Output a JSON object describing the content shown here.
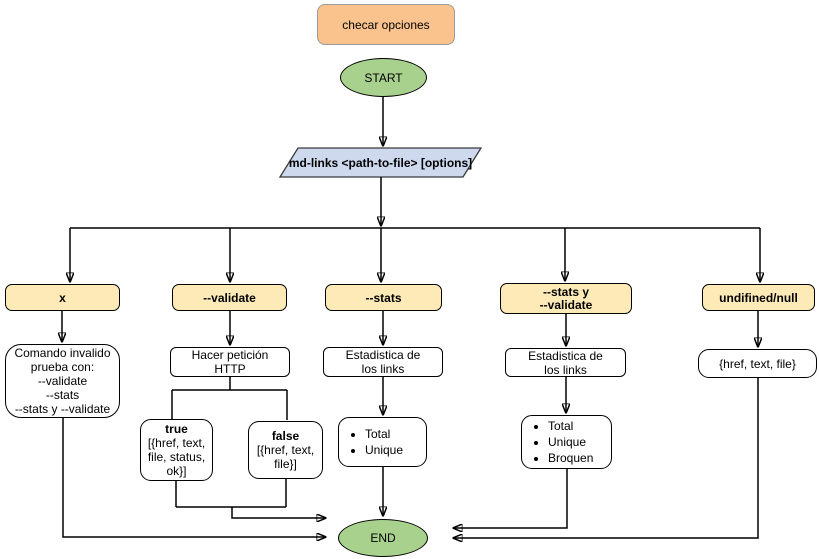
{
  "diagram_title": "checar opciones",
  "colors": {
    "orange": "#fac28c",
    "orange_border": "#9a9a9a",
    "green": "#a9d18e",
    "blue": "#ced9ee",
    "yellow": "#fdeab7",
    "line": "#000000"
  },
  "nodes": {
    "checar": {
      "label": "checar opciones"
    },
    "start": {
      "label": "START"
    },
    "command": {
      "label": "md-links <path-to-file> [options]"
    },
    "branch_x": {
      "label": "x"
    },
    "branch_validate": {
      "label": "--validate"
    },
    "branch_stats": {
      "label": "--stats"
    },
    "branch_stats_validate": {
      "lines": [
        "--stats y",
        "--validate"
      ]
    },
    "branch_undefined": {
      "label": "undifined/null"
    },
    "comando_invalido": {
      "lines": [
        "Comando invalido",
        "prueba con:",
        "--validate",
        "--stats",
        "--stats y --validate"
      ]
    },
    "hacer_peticion": {
      "lines": [
        "Hacer petición",
        "HTTP"
      ]
    },
    "estadistica_stats": {
      "lines": [
        "Estadistica de",
        "los links"
      ]
    },
    "estadistica_stats_validate": {
      "lines": [
        "Estadistica de",
        "los links"
      ]
    },
    "href_object": {
      "label": "{href, text, file}"
    },
    "true_result": {
      "title": "true",
      "lines": [
        "[{href, text,",
        "file, status,",
        "ok}]"
      ]
    },
    "false_result": {
      "title": "false",
      "lines": [
        "[{href, text,",
        "file}]"
      ]
    },
    "stats_list": {
      "items": [
        "Total",
        "Unique"
      ]
    },
    "stats_validate_list": {
      "items": [
        "Total",
        "Unique",
        "Broquen"
      ]
    },
    "end": {
      "label": "END"
    }
  }
}
